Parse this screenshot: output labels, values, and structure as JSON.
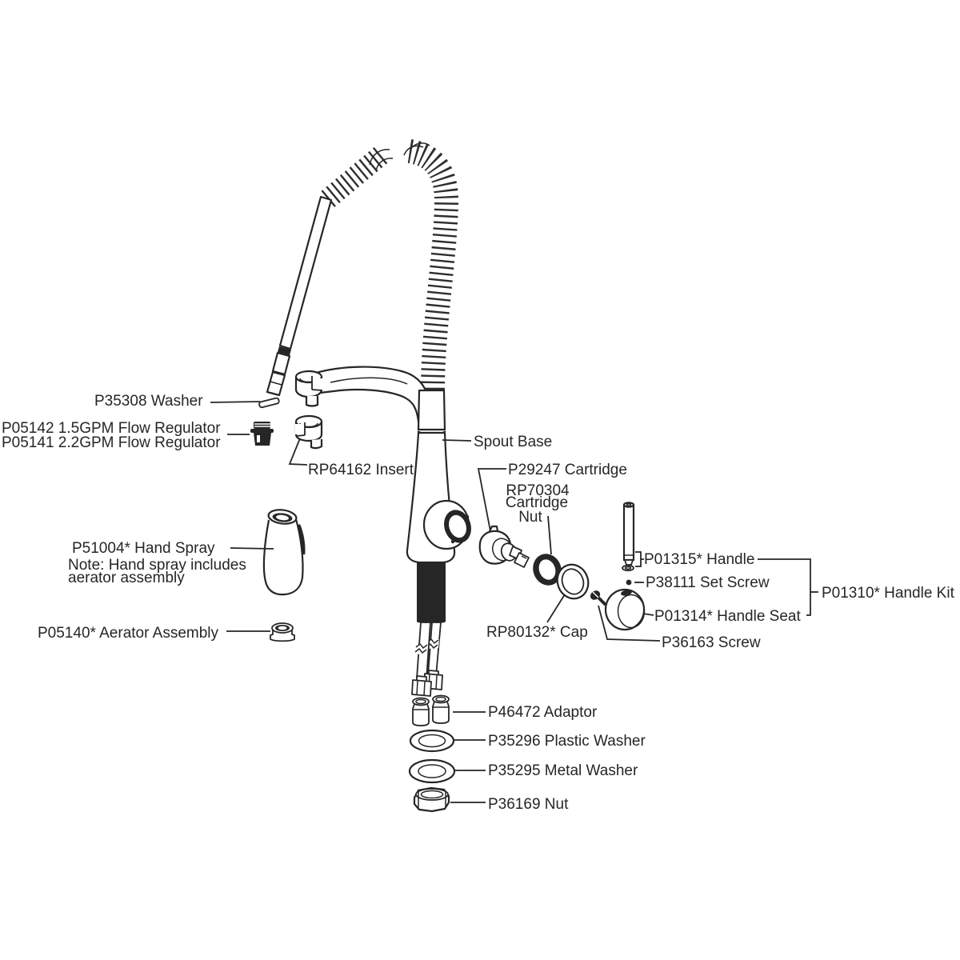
{
  "palette": {
    "ink": "#262626",
    "background": "#ffffff"
  },
  "diagram": {
    "labels": {
      "washer": "P35308 Washer",
      "flow_regulator_15": "P05142 1.5GPM Flow Regulator",
      "flow_regulator_22": "P05141 2.2GPM Flow Regulator",
      "insert": "RP64162 Insert",
      "spout_base": "Spout Base",
      "cartridge": "P29247 Cartridge",
      "cartridge_nut_line1": "RP70304",
      "cartridge_nut_line2": "Cartridge",
      "cartridge_nut_line3": "Nut",
      "hand_spray": "P51004* Hand Spray",
      "hand_spray_note_line1": "Note: Hand spray includes",
      "hand_spray_note_line2": "aerator assembly",
      "aerator_assembly": "P05140* Aerator Assembly",
      "cap": "RP80132* Cap",
      "handle": "P01315* Handle",
      "set_screw": "P38111 Set Screw",
      "handle_kit": "P01310* Handle Kit",
      "handle_seat": "P01314* Handle Seat",
      "screw": "P36163 Screw",
      "adaptor": "P46472 Adaptor",
      "plastic_washer": "P35296 Plastic Washer",
      "metal_washer": "P35295 Metal Washer",
      "nut": "P36169 Nut"
    }
  }
}
